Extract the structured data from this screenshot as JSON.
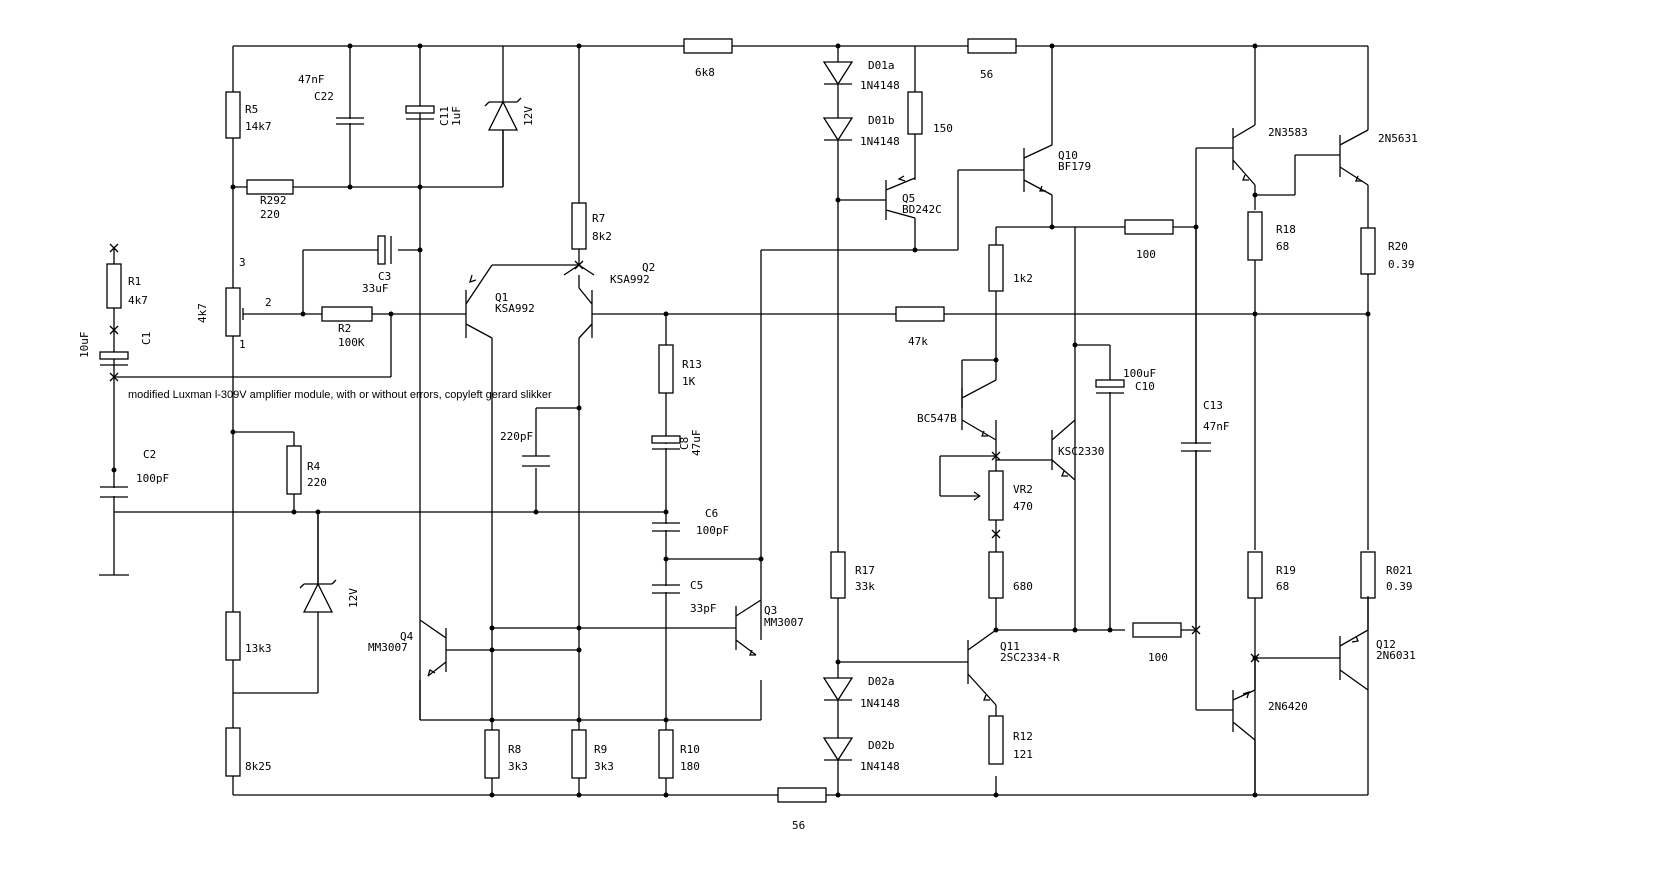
{
  "title": "modified Luxman l-309V amplifier module, with or without errors, copyleft gerard slikker",
  "components": {
    "R1": {
      "ref": "R1",
      "value": "4k7"
    },
    "C1": {
      "ref": "C1",
      "value": "10uF"
    },
    "C2": {
      "ref": "C2",
      "value": "100pF"
    },
    "R5": {
      "ref": "R5",
      "value": "14k7"
    },
    "C22": {
      "ref": "C22",
      "value": "47nF"
    },
    "C11": {
      "ref": "C11",
      "value": "1uF"
    },
    "Z1": {
      "value": "12V"
    },
    "R292": {
      "ref": "R292",
      "value": "220"
    },
    "C3": {
      "ref": "C3",
      "value": "33uF"
    },
    "POT": {
      "value": "4k7",
      "pin1": "1",
      "pin2": "2",
      "pin3": "3"
    },
    "R2": {
      "ref": "R2",
      "value": "100K"
    },
    "R4": {
      "ref": "R4",
      "value": "220"
    },
    "Z2": {
      "value": "12V"
    },
    "R13k3": {
      "value": "13k3"
    },
    "R8k25": {
      "value": "8k25"
    },
    "R7": {
      "ref": "R7",
      "value": "8k2"
    },
    "Q1": {
      "ref": "Q1",
      "value": "KSA992"
    },
    "Q2": {
      "ref": "Q2",
      "value": "KSA992"
    },
    "C220": {
      "value": "220pF"
    },
    "R13": {
      "ref": "R13",
      "value": "1K"
    },
    "C8": {
      "ref": "C8",
      "value": "47uF"
    },
    "C6": {
      "ref": "C6",
      "value": "100pF"
    },
    "C5": {
      "ref": "C5",
      "value": "33pF"
    },
    "Q3": {
      "ref": "Q3",
      "value": "MM3007"
    },
    "Q4": {
      "ref": "Q4",
      "value": "MM3007"
    },
    "R8": {
      "ref": "R8",
      "value": "3k3"
    },
    "R9": {
      "ref": "R9",
      "value": "3k3"
    },
    "R10": {
      "ref": "R10",
      "value": "180"
    },
    "R6k8": {
      "value": "6k8"
    },
    "D01a": {
      "ref": "D01a",
      "value": "1N4148"
    },
    "D01b": {
      "ref": "D01b",
      "value": "1N4148"
    },
    "R150": {
      "value": "150"
    },
    "Q5": {
      "ref": "Q5",
      "value": "BD242C"
    },
    "R56top": {
      "value": "56"
    },
    "Q10": {
      "ref": "Q10",
      "value": "BF179"
    },
    "R100a": {
      "value": "100"
    },
    "R1k2": {
      "value": "1k2"
    },
    "R47k": {
      "value": "47k"
    },
    "C10": {
      "ref": "C10",
      "value": "100uF"
    },
    "BC547B": {
      "value": "BC547B"
    },
    "KSC2330": {
      "value": "KSC2330"
    },
    "VR2": {
      "ref": "VR2",
      "value": "470"
    },
    "R680": {
      "value": "680"
    },
    "R17": {
      "ref": "R17",
      "value": "33k"
    },
    "D02a": {
      "ref": "D02a",
      "value": "1N4148"
    },
    "D02b": {
      "ref": "D02b",
      "value": "1N4148"
    },
    "Q11": {
      "ref": "Q11",
      "value": "2SC2334-R"
    },
    "R12": {
      "ref": "R12",
      "value": "121"
    },
    "R56bot": {
      "value": "56"
    },
    "R100b": {
      "value": "100"
    },
    "C13": {
      "ref": "C13",
      "value": "47nF"
    },
    "Q2N3583": {
      "value": "2N3583"
    },
    "Q2N5631": {
      "value": "2N5631"
    },
    "R18": {
      "ref": "R18",
      "value": "68"
    },
    "R20": {
      "ref": "R20",
      "value": "0.39"
    },
    "R19": {
      "ref": "R19",
      "value": "68"
    },
    "R021": {
      "ref": "R021",
      "value": "0.39"
    },
    "Q12": {
      "ref": "Q12",
      "value": "2N6031"
    },
    "Q2N6420": {
      "value": "2N6420"
    }
  }
}
